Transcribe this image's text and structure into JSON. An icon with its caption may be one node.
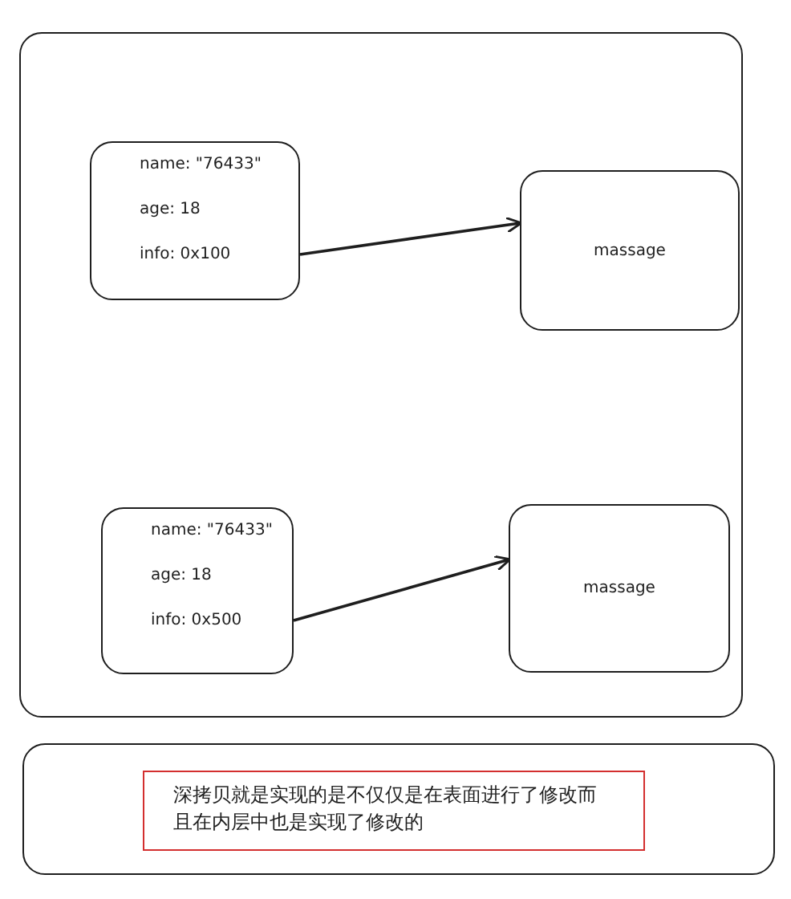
{
  "diagram": {
    "nodes": [
      {
        "text": [],
        "shape": "box"
      },
      {
        "text": [
          "name: \"76433\"",
          "age: 18",
          "info: 0x100"
        ],
        "in": 0
      },
      {
        "text": [
          "massage"
        ],
        "in": 0
      },
      {
        "text": [
          "name: \"76433\"",
          "age: 18",
          "info: 0x500"
        ],
        "in": 0
      },
      {
        "text": [
          "massage"
        ],
        "in": 0
      },
      {
        "text": [],
        "shape": "box"
      },
      {
        "text": [
          "深拷贝就是实现的是不仅仅是在表面进行了修改而且在内层中也是实现了修改的"
        ],
        "in": 5
      }
    ],
    "edges": [
      {
        "from": 1,
        "to": 2,
        "arrow": "to"
      },
      {
        "from": 3,
        "to": 4,
        "arrow": "to"
      }
    ]
  }
}
